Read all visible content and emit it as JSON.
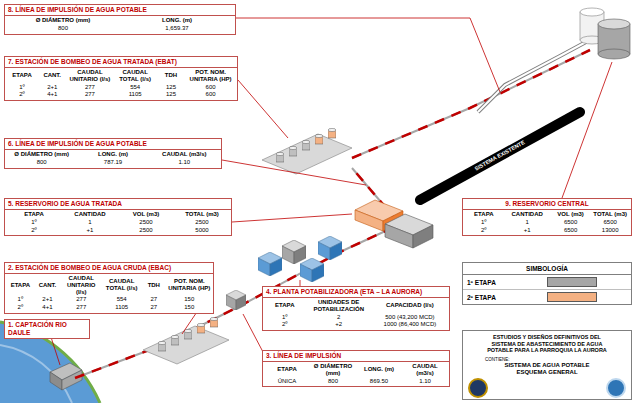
{
  "diagram": {
    "nodes": [
      {
        "text": [
          "8. LÍNEA DE IMPULSIÓN DE AGUA POTABLE",
          "Ø DIÁMETRO (mm)",
          "LONG. (m)",
          "800",
          "1,659.37"
        ]
      },
      {
        "text": [
          "7. ESTACIÓN DE BOMBEO DE AGUA TRATADA (EBAT)",
          "ETAPA",
          "CANT.",
          "CAUDAL UNITARIO (l/s)",
          "CAUDAL TOTAL (l/s)",
          "TDH",
          "POT. NOM. UNITARIA (HP)",
          "1º",
          "2+1",
          "277",
          "554",
          "125",
          "600",
          "2º",
          "4+1",
          "277",
          "1105",
          "125",
          "600"
        ]
      },
      {
        "text": [
          "6. LÍNEA DE IMPULSIÓN DE AGUA POTABLE",
          "Ø DIÁMETRO (mm)",
          "LONG. (m)",
          "CAUDAL (m3/s)",
          "800",
          "787.19",
          "1.10"
        ]
      },
      {
        "text": [
          "5. RESERVORIO DE AGUA TRATADA",
          "ETAPA",
          "CANTIDAD",
          "VOL (m3)",
          "TOTAL (m3)",
          "1º",
          "1",
          "2500",
          "2500",
          "2º",
          "+1",
          "2500",
          "5000"
        ]
      },
      {
        "text": [
          "9. RESERVORIO CENTRAL",
          "ETAPA",
          "CANTIDAD",
          "VOL (m3)",
          "TOTAL (m3)",
          "1º",
          "1",
          "6500",
          "6500",
          "2º",
          "+1",
          "6500",
          "13000"
        ]
      },
      {
        "text": [
          "2. ESTACIÓN DE BOMBEO DE AGUA CRUDA (EBAC)",
          "ETAPA",
          "CANT.",
          "CAUDAL UNITARIO (l/s)",
          "CAUDAL TOTAL (l/s)",
          "TDH",
          "POT. NOM. UNITARIA (HP)",
          "1º",
          "2+1",
          "277",
          "554",
          "27",
          "150",
          "2º",
          "4+1",
          "277",
          "1105",
          "27",
          "150"
        ]
      },
      {
        "text": [
          "4. PLANTA POTABILIZADORA (ETA – LA AURORA)",
          "ETAPA",
          "UNIDADES DE POTABILIZACIÓN",
          "CAPACIDAD (l/s)",
          "1º",
          "2",
          "500 (43,200 MCD)",
          "2º",
          "+2",
          "1000 (86,400 MCD)"
        ]
      },
      {
        "text": [
          "1. CAPTACIÓN RIO DAULE"
        ]
      },
      {
        "text": [
          "ESTUDIOS Y DISEÑOS DEFINITIVOS DEL SISTEMA DE ABASTECIMIENTO DE AGUA POTABLE PARA LA PARROQUIA LA AURORA",
          "CONTIENE:",
          "SISTEMA DE AGUA POTABLE",
          "ESQUEMA GENERAL"
        ]
      },
      {
        "text": [
          "3. LÍNEA DE IMPULSIÓN",
          "ETAPA",
          "Ø DIÁMETRO (mm)",
          "LONG. (m)",
          "CAUDAL (m3/s)",
          "ÚNICA",
          "800",
          "869.50",
          "1.10"
        ]
      }
    ],
    "labels": [
      "SIMBOLOGÍA",
      "SISTEMA EXISTENTE"
    ],
    "legend": [
      {
        "text": "1º ETAPA",
        "color": "#a6a6a6"
      },
      {
        "text": "2º ETAPA",
        "color": "#f4b183"
      }
    ]
  }
}
